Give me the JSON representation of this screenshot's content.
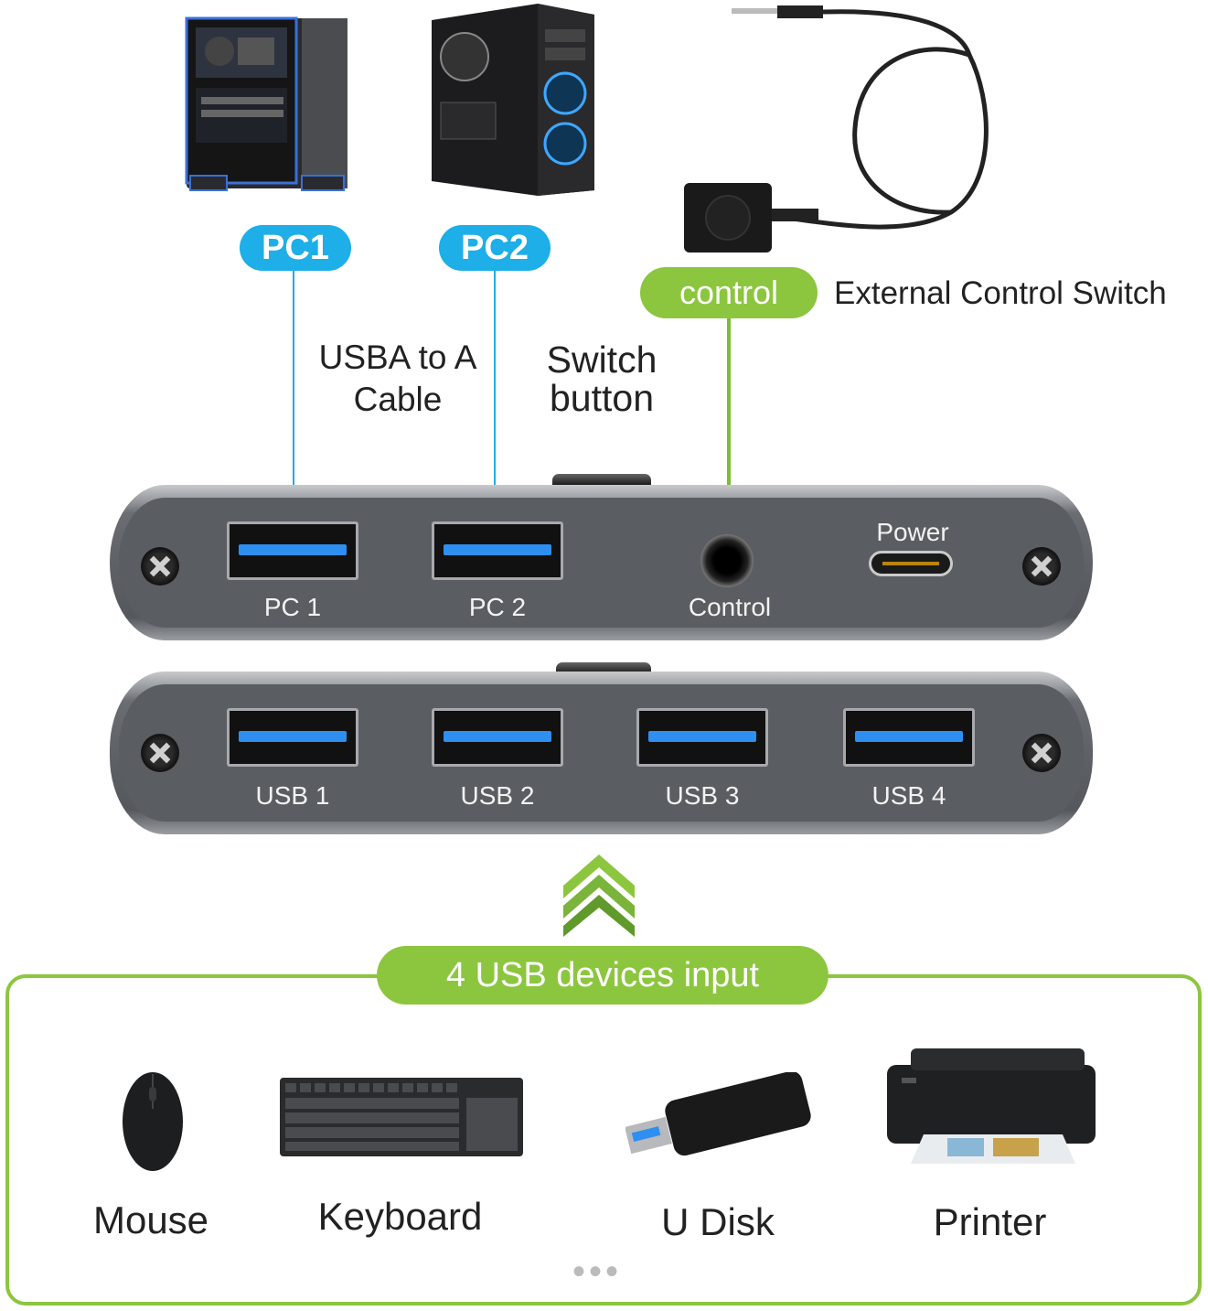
{
  "top_labels": {
    "pc1": "PC1",
    "pc2": "PC2",
    "control": "control",
    "external_switch": "External Control Switch",
    "usb_cable_line1": "USBA to A",
    "usb_cable_line2": "Cable",
    "switch_button_line1": "Switch",
    "switch_button_line2": "button"
  },
  "hub_top_ports": {
    "pc1": "PC 1",
    "pc2": "PC 2",
    "control": "Control",
    "power": "Power"
  },
  "hub_bottom_ports": [
    "USB 1",
    "USB 2",
    "USB 3",
    "USB 4"
  ],
  "devices_title": "4 USB devices input",
  "devices": [
    "Mouse",
    "Keyboard",
    "U Disk",
    "Printer"
  ],
  "more": "•••",
  "colors": {
    "blue_accent": "#1eaee8",
    "green_accent": "#8cc63f",
    "hub_body": "#5a5d62"
  }
}
